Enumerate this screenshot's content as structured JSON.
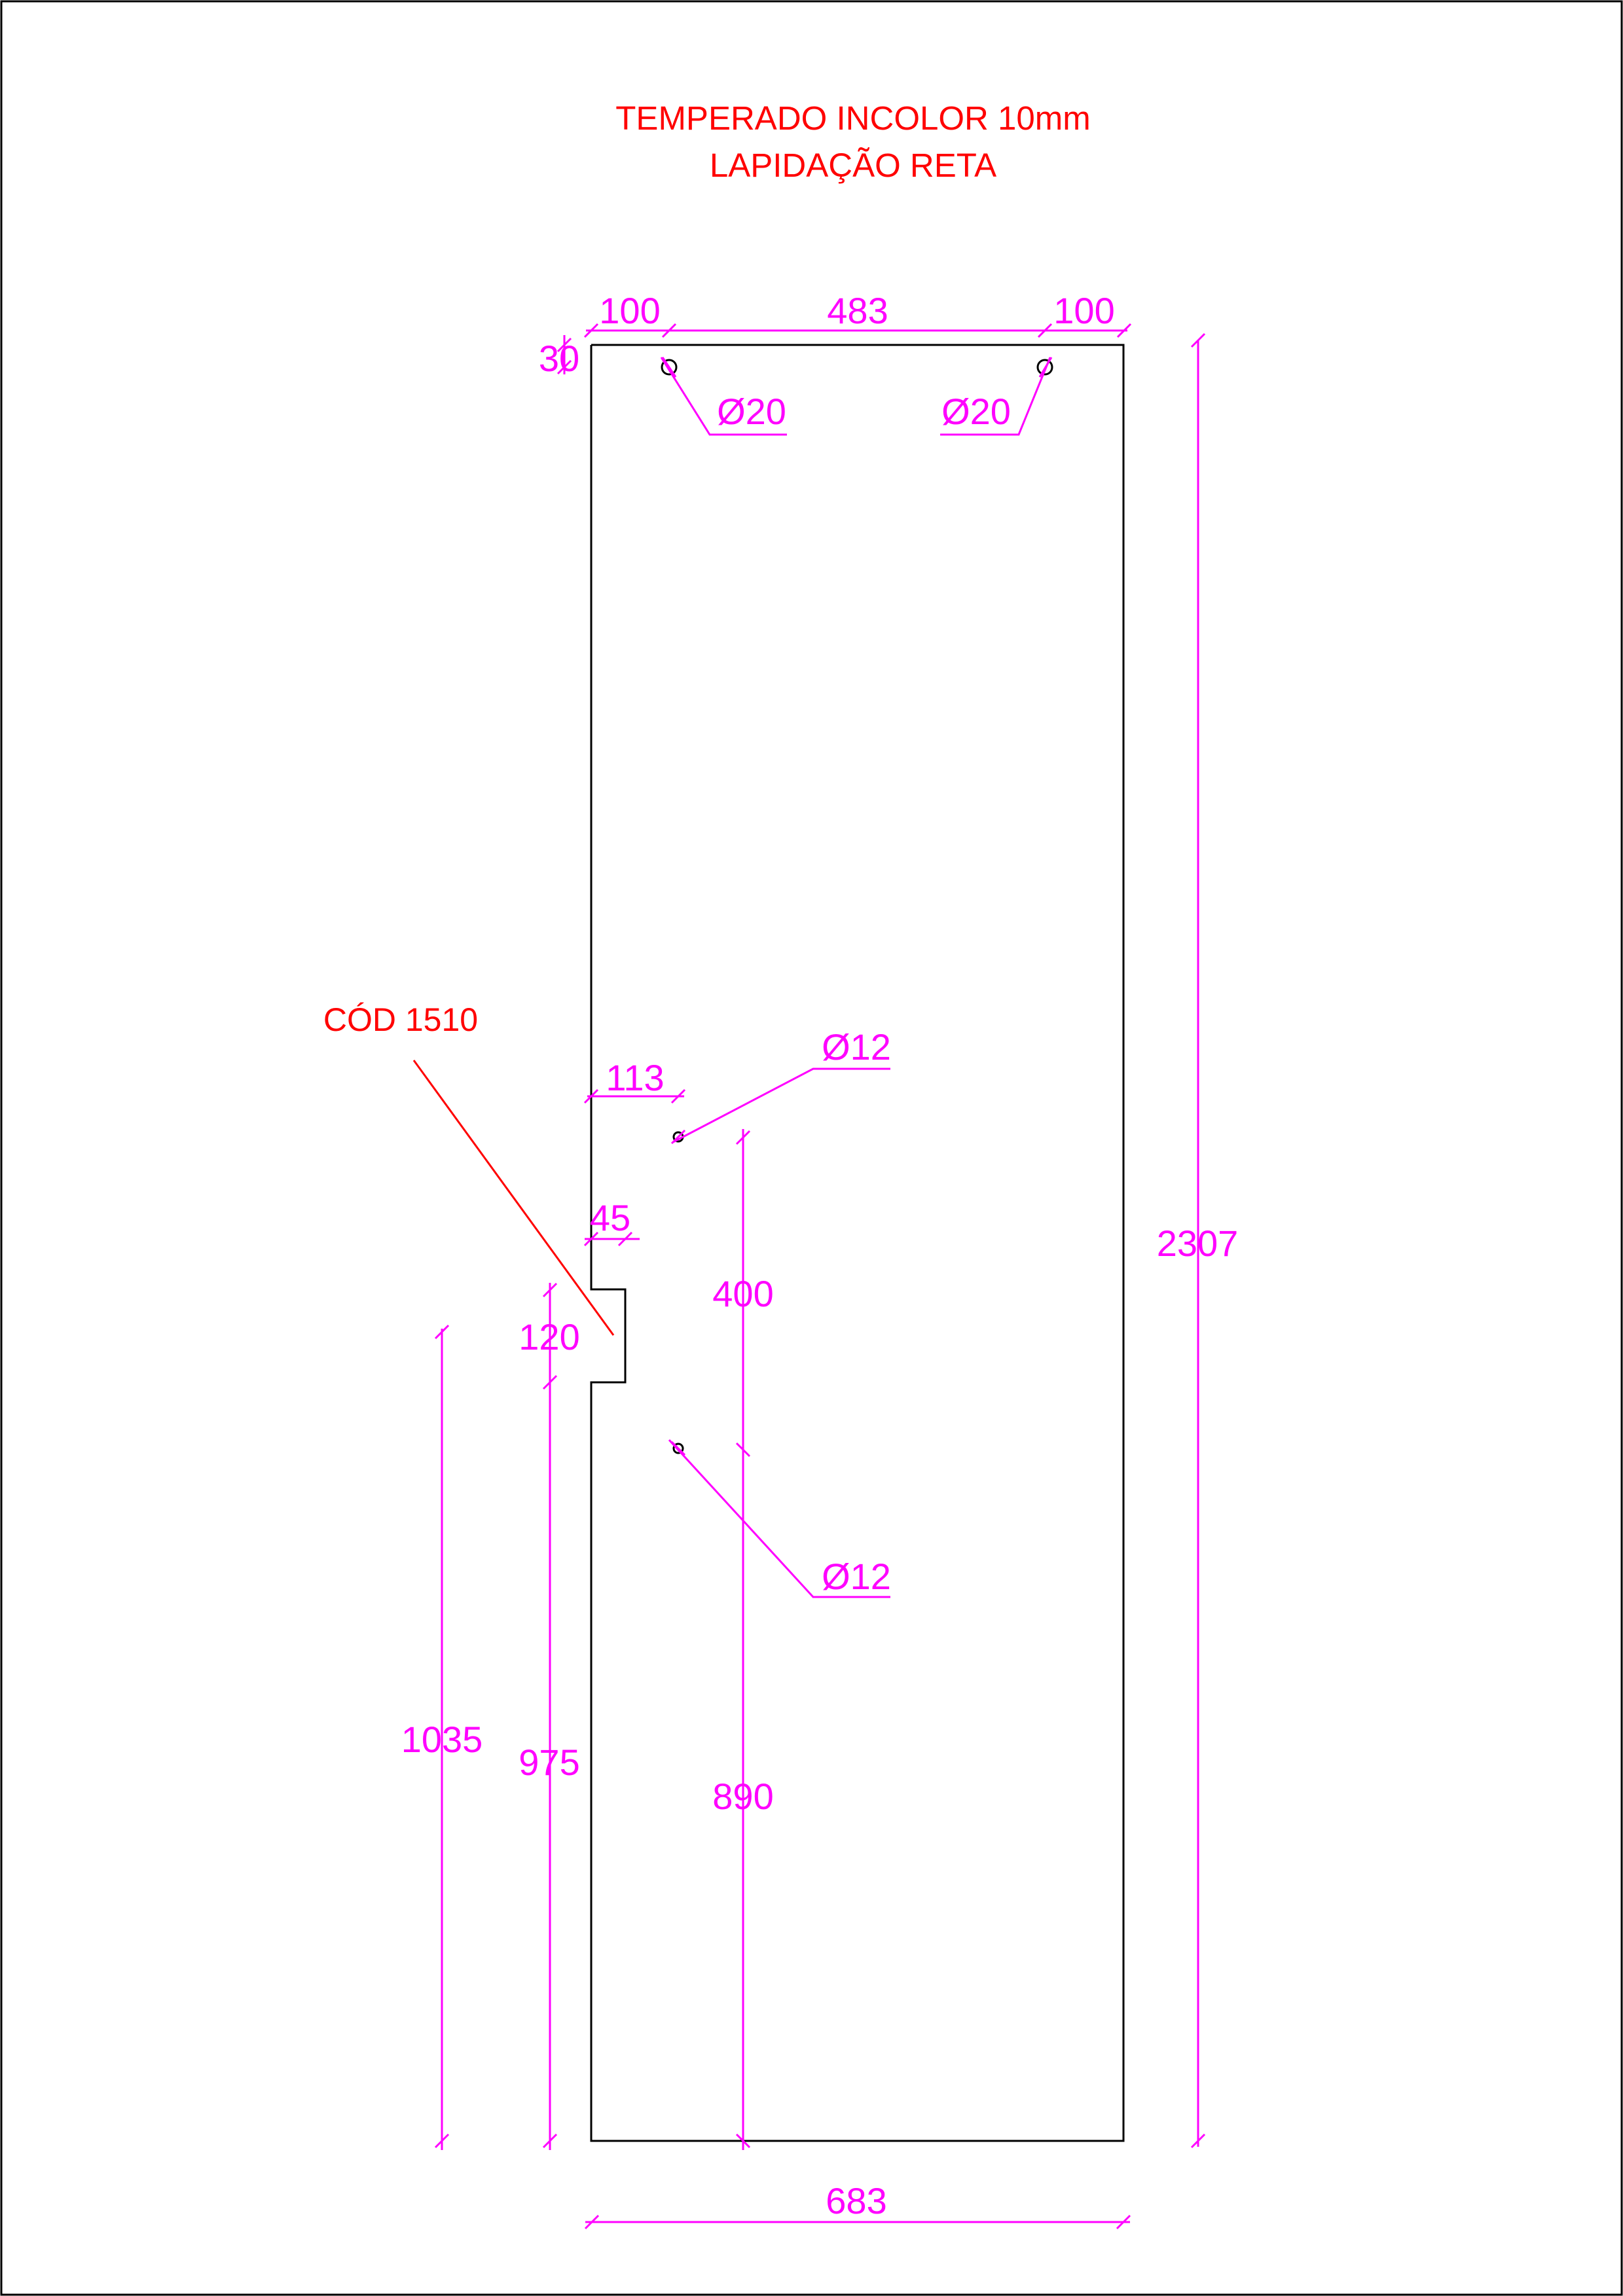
{
  "title": {
    "line1": "TEMPERADO INCOLOR 10mm",
    "line2": "LAPIDAÇÃO RETA"
  },
  "part_code": "CÓD 1510",
  "dimensions": {
    "width_total": "683",
    "height_total": "2307",
    "top_left_offset": "100",
    "top_hole_spacing": "483",
    "top_right_offset": "100",
    "top_hole_from_edge": "30",
    "top_hole_left_diameter": "Ø20",
    "top_hole_right_diameter": "Ø20",
    "side_hole_offset": "113",
    "side_hole_upper_diameter": "Ø12",
    "side_hole_lower_diameter": "Ø12",
    "side_hole_spacing": "400",
    "side_hole_height": "890",
    "notch_depth": "45",
    "notch_height": "120",
    "notch_bottom_height": "975",
    "notch_top_height": "1035"
  },
  "colors": {
    "title": "#ff0000",
    "dimension": "#ff00ff",
    "outline": "#000000",
    "code_leader": "#ff0000"
  }
}
